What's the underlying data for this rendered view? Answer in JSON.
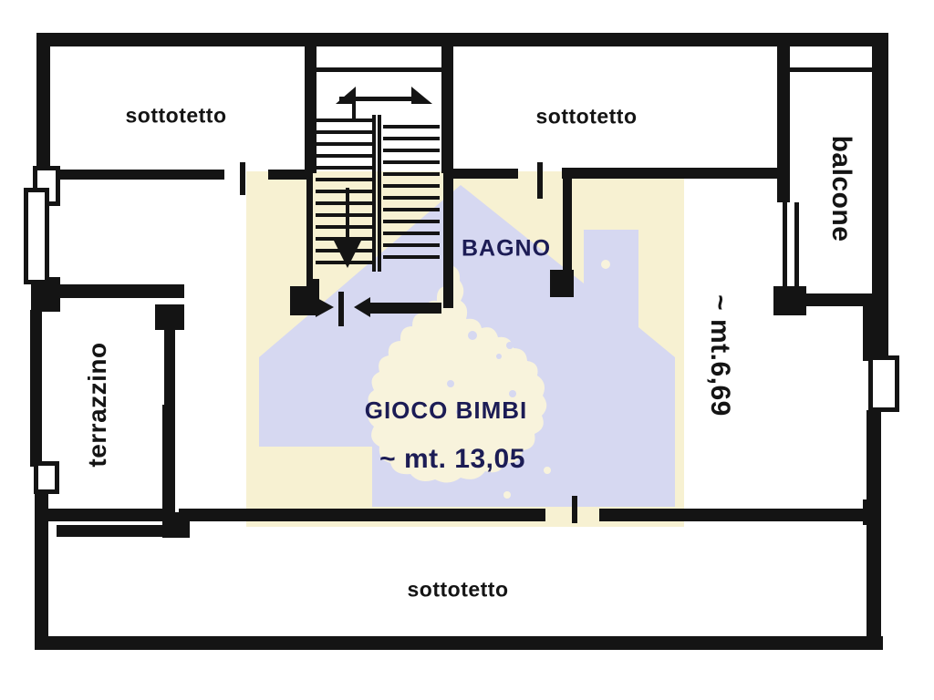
{
  "document_type": "floor-plan",
  "rooms": {
    "sottotetto_top_left": "sottotetto",
    "sottotetto_top_right": "sottotetto",
    "balcone": "balcone",
    "bagno": "BAGNO",
    "gioco_bimbi": "GIOCO BIMBI",
    "terrazzino": "terrazzino",
    "sottotetto_bottom": "sottotetto"
  },
  "measurements": {
    "width_label": "~ mt. 13,05",
    "height_label": "~ mt.6,69"
  },
  "watermark": {
    "shape": "house-icon",
    "inner_shape": "region-map-blob"
  },
  "colors": {
    "ink": "#141414",
    "navy_text": "#1c1c55",
    "watermark_yellow": "#f7f1d2",
    "watermark_blue": "#d6d8f1",
    "watermark_cream": "#f8f3dc",
    "paper": "#ffffff"
  }
}
